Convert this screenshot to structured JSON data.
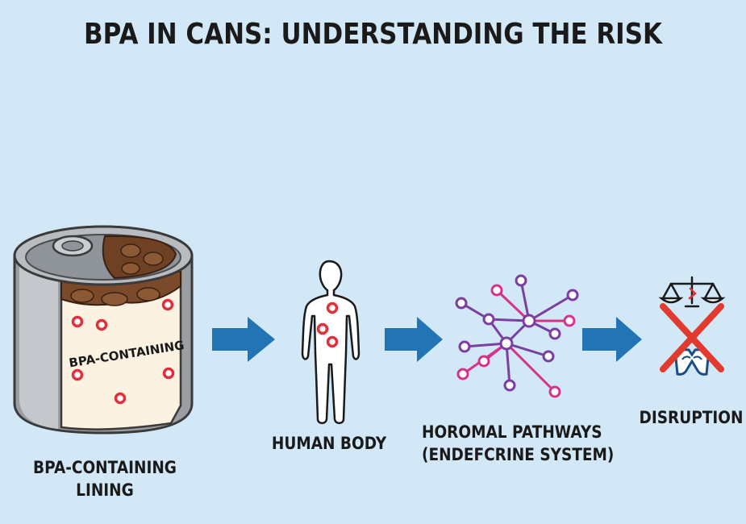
{
  "title": "BPA IN CANS: UNDERSTANDING THE RISK",
  "can": {
    "inner_text": "BPA-CONTAINING",
    "caption_line1": "BPA-CONTAINING",
    "caption_line2": "LINING"
  },
  "body": {
    "caption": "HUMAN BODY"
  },
  "pathways": {
    "caption_line1": "HOROMAL PATHWAYS",
    "caption_line2": "(ENDEFCRINE SYSTEM)"
  },
  "disruption": {
    "caption": "DISRUPTION"
  },
  "colors": {
    "background": "#d3e8f7",
    "arrow": "#2274b5",
    "bpa_marker": "#e0303a",
    "network_purple": "#7a3fa0",
    "network_magenta": "#d6338a",
    "cross_red": "#e23a2e"
  }
}
